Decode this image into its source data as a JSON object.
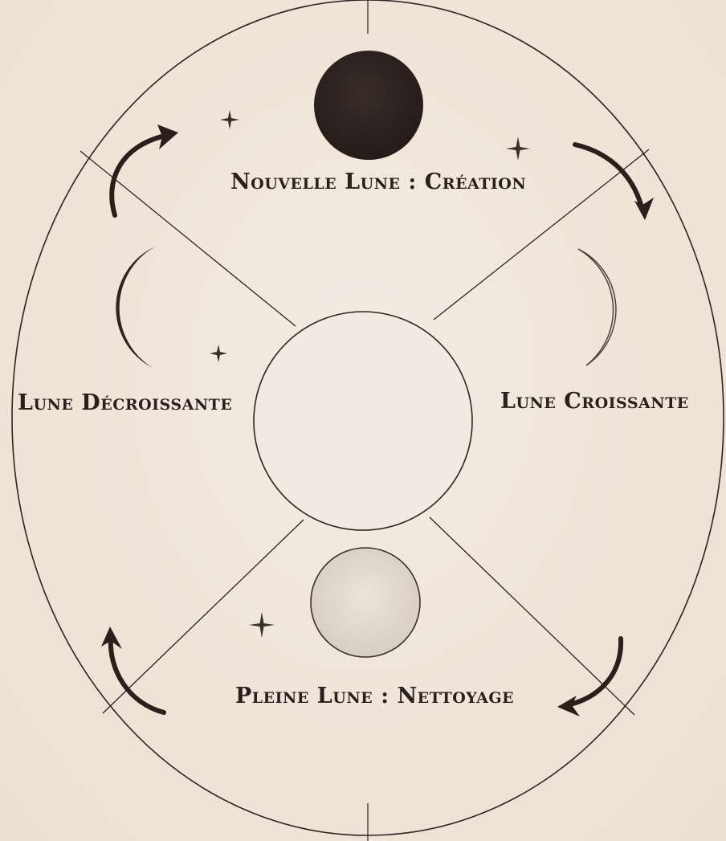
{
  "phases": {
    "new_moon": "Nouvelle Lune : Création",
    "waxing": "Lune Croissante",
    "full_moon": "Pleine Lune : Nettoyage",
    "waning": "Lune Décroissante"
  },
  "colors": {
    "background": "#f1e6dc",
    "ink": "#2a1f1b",
    "dark_moon": "#2f2420",
    "pale_moon": "#e6ddd2"
  },
  "icons": {
    "moons": [
      "new-moon",
      "waxing-crescent",
      "full-moon",
      "waning-crescent"
    ],
    "stars": [
      "sparkle-star",
      "sparkle-star",
      "sparkle-star",
      "sparkle-star"
    ],
    "arrows": [
      "curved-arrow",
      "curved-arrow",
      "curved-arrow",
      "curved-arrow"
    ]
  }
}
